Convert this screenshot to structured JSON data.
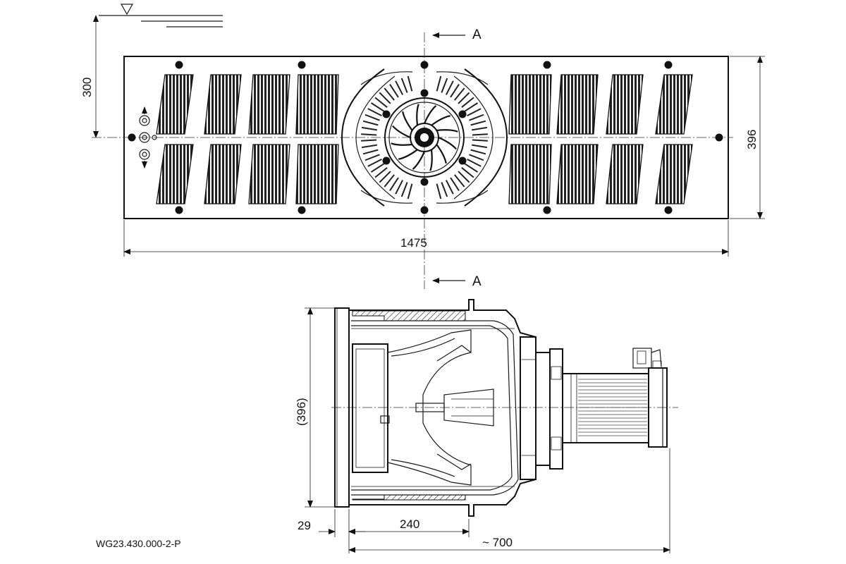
{
  "dims": {
    "water_depth": "300",
    "plate_height": "396",
    "plate_width": "1475",
    "section_height": "(396)",
    "flange_thickness": "29",
    "housing_length": "240",
    "total_length": "~ 700"
  },
  "section_marker": {
    "top": "A",
    "bottom": "A"
  },
  "drawing_code": "WG23.430.000-2-P"
}
